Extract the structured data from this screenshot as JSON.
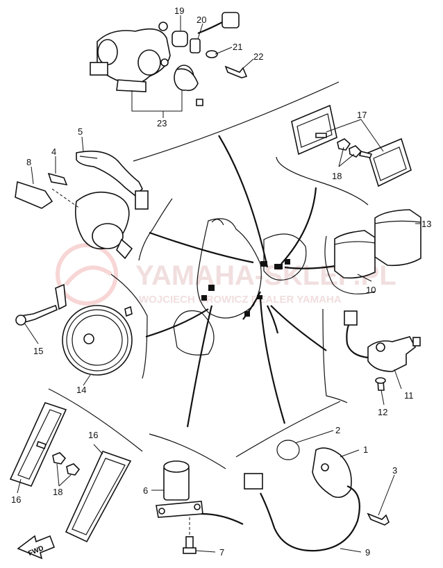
{
  "diagram": {
    "labels": {
      "p1": "1",
      "p2": "2",
      "p3": "3",
      "p4": "4",
      "p5": "5",
      "p6": "6",
      "p7": "7",
      "p8": "8",
      "p9": "9",
      "p10": "10",
      "p11": "11",
      "p12": "12",
      "p13": "13",
      "p14": "14",
      "p15": "15",
      "p16a": "16",
      "p16b": "16",
      "p17": "17",
      "p18a": "18",
      "p18b": "18",
      "p19": "19",
      "p20": "20",
      "p21": "21",
      "p22": "22",
      "p23": "23"
    },
    "fwd": "FWD"
  },
  "watermark": {
    "title": "YAMAHA-SKLEP.PL",
    "subtitle": "WOJCIECH GROWICZ DEALER YAMAHA",
    "color": "#e8a0a0"
  }
}
